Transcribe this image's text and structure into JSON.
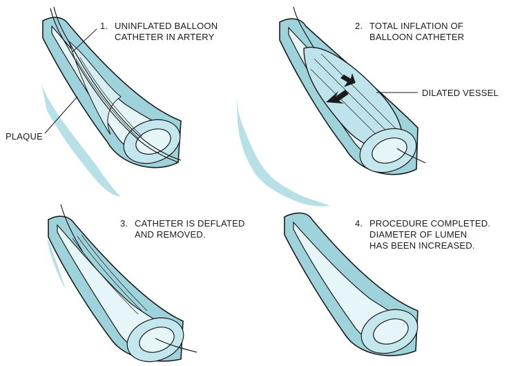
{
  "steps": [
    {
      "number": "1.",
      "lines": [
        "UNINFLATED BALLOON",
        "CATHETER IN ARTERY"
      ]
    },
    {
      "number": "2.",
      "lines": [
        "TOTAL INFLATION OF",
        "BALLOON CATHETER"
      ]
    },
    {
      "number": "3.",
      "lines": [
        "CATHETER IS DEFLATED",
        "AND REMOVED."
      ]
    },
    {
      "number": "4.",
      "lines": [
        "PROCEDURE COMPLETED.",
        "DIAMETER OF LUMEN",
        "HAS BEEN INCREASED."
      ]
    }
  ],
  "callouts": {
    "plaque": "PLAQUE",
    "dilated_vessel": "DILATED VESSEL"
  },
  "colors": {
    "vessel_wall": "#9fd3dc",
    "vessel_inner": "#c4e7ee",
    "lumen": "#e6f5f8",
    "shadow": "#b8e0e7",
    "ink": "#1a1a1a"
  }
}
